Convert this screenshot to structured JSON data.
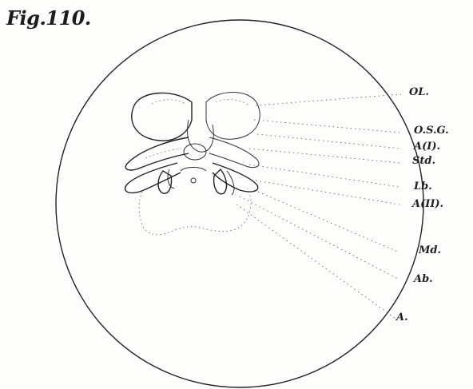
{
  "figure": {
    "title": "Fig.110."
  },
  "labels": {
    "ol": "OL.",
    "osg": "O.S.G.",
    "a1": "A(I).",
    "std": "Std.",
    "lb": "Lb.",
    "a2": "A(II).",
    "md": "Md.",
    "ab": "Ab.",
    "a": "A."
  }
}
